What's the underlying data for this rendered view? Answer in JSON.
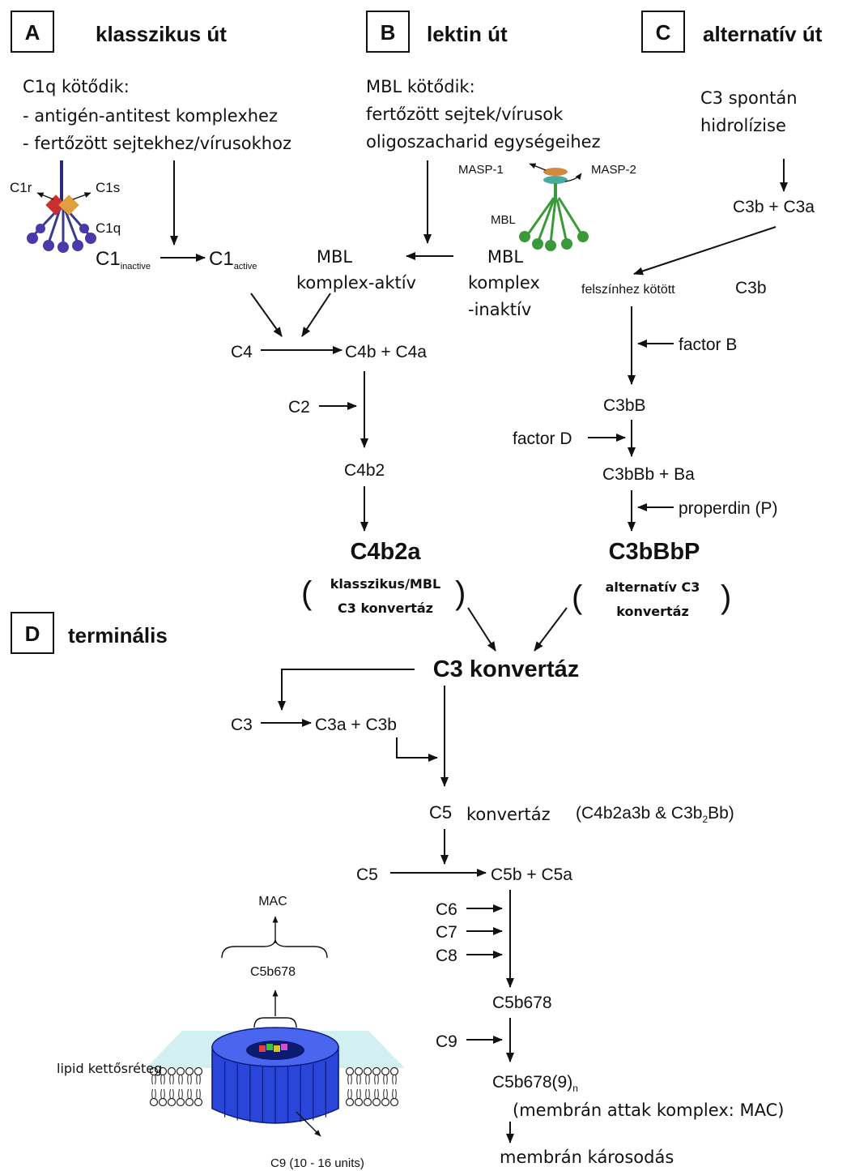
{
  "sections": {
    "a": {
      "letter": "A",
      "title": "klasszikus út"
    },
    "b": {
      "letter": "B",
      "title": "lektin út"
    },
    "c": {
      "letter": "C",
      "title": "alternatív út"
    },
    "d": {
      "letter": "D",
      "title": "terminális"
    }
  },
  "classical": {
    "trigger_1": "C1q kötődik:",
    "trigger_2": "- antigén-antitest komplexhez",
    "trigger_3": "- fertőzött sejtekhez/vírusokhoz",
    "icon_c1r": "C1r",
    "icon_c1s": "C1s",
    "icon_c1q": "C1q",
    "c1": "C1",
    "c1_inactive_sub": "inactive",
    "c1_active_sub": "active",
    "c4": "C4",
    "c4_products": "C4b + C4a",
    "c2": "C2",
    "c4b2": "C4b2",
    "c4b2a": "C4b2a",
    "convertase_1": "klasszikus/MBL",
    "convertase_2": "C3 konvertáz"
  },
  "lectin": {
    "trigger_1": "MBL kötődik:",
    "trigger_2": "fertőzött sejtek/vírusok",
    "trigger_3": "oligoszacharid egységeihez",
    "icon_masp1": "MASP-1",
    "icon_masp2": "MASP-2",
    "icon_mbl": "MBL",
    "active_1": "MBL",
    "active_2": "komplex-aktív",
    "inactive_1": "MBL",
    "inactive_2": "komplex",
    "inactive_3": "-inaktív"
  },
  "alternative": {
    "trigger_1": "C3 spontán",
    "trigger_2": "hidrolízise",
    "c3b_c3a": "C3b + C3a",
    "surface_bound": "felszínhez kötött",
    "surface_c3b": "C3b",
    "factor_b": "factor B",
    "c3bb": "C3bB",
    "factor_d": "factor D",
    "c3bbb_ba": "C3bBb + Ba",
    "properdin": "properdin (P)",
    "c3bbbp": "C3bBbP",
    "convertase_1": "alternatív C3",
    "convertase_2": "konvertáz"
  },
  "terminal": {
    "c3_convertase": "C3 konvertáz",
    "c3": "C3",
    "c3a_c3b": "C3a + C3b",
    "c5": "C5",
    "c5_convertase_label": "konvertáz",
    "c5_convertase_detail_1": "(C4b2a3b & C3b",
    "c5_convertase_detail_sub": "2",
    "c5_convertase_detail_2": "Bb)",
    "c5_source": "C5",
    "c5b_c5a": "C5b + C5a",
    "c6": "C6",
    "c7": "C7",
    "c8": "C8",
    "c5b678": "C5b678",
    "c9": "C9",
    "c5b6789n": "C5b678(9)",
    "c5b6789n_sub": "n",
    "mac_label": "(membrán attak komplex: MAC)",
    "damage": "membrán károsodás"
  },
  "mac_figure": {
    "mac": "MAC",
    "c5b678": "C5b678",
    "lipid": "lipid kettősréteg",
    "c9_units": "C9 (10 - 16 units)"
  },
  "colors": {
    "c1_stem": "#2a2a7a",
    "c1q_heads": "#4a3aa8",
    "c1r": "#c83030",
    "c1s": "#e0a040",
    "mbl_green": "#3a9a3a",
    "masp_orange": "#d08a40",
    "masp_teal": "#4aaaa0",
    "pore_blue": "#2a46d8",
    "membrane_tint": "#cdeef0"
  }
}
